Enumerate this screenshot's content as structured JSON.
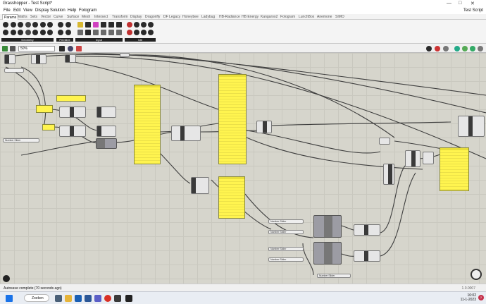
{
  "window": {
    "title": "Grasshopper - Test Script*"
  },
  "menu": {
    "items": [
      "File",
      "Edit",
      "View",
      "Display",
      "Solution",
      "Help",
      "Fologram"
    ],
    "doc_name": "Test Script"
  },
  "tabs": [
    "Params",
    "Maths",
    "Sets",
    "Vector",
    "Curve",
    "Surface",
    "Mesh",
    "Intersect",
    "Transform",
    "Display",
    "Dragonfly",
    "DF Legacy",
    "Honeybee",
    "Ladybug",
    "HB-Radiance",
    "HB Energy",
    "Kangaroo2",
    "Fologram",
    "LunchBox",
    "Anemone",
    "SIMO"
  ],
  "active_tab": "Params",
  "ribbon_groups": [
    "Geometry",
    "Primitive",
    "Input",
    "Util"
  ],
  "canvas": {
    "zoom": "50%"
  },
  "sliders": [
    "Number Slider",
    "Number Slider",
    "Number Slider",
    "Number Slider",
    "Number Slider",
    "Number Slider"
  ],
  "status": {
    "message": "Autosave complete (70 seconds ago)",
    "version": "1.0.0007"
  },
  "taskbar": {
    "search_label": "Zoeken",
    "time": "16:02",
    "date": "11-1-2023",
    "notifications": "2"
  },
  "colors": {
    "canvas": "#d6d5cc",
    "panel": "#fff44f",
    "component": "#3a3a3a"
  }
}
